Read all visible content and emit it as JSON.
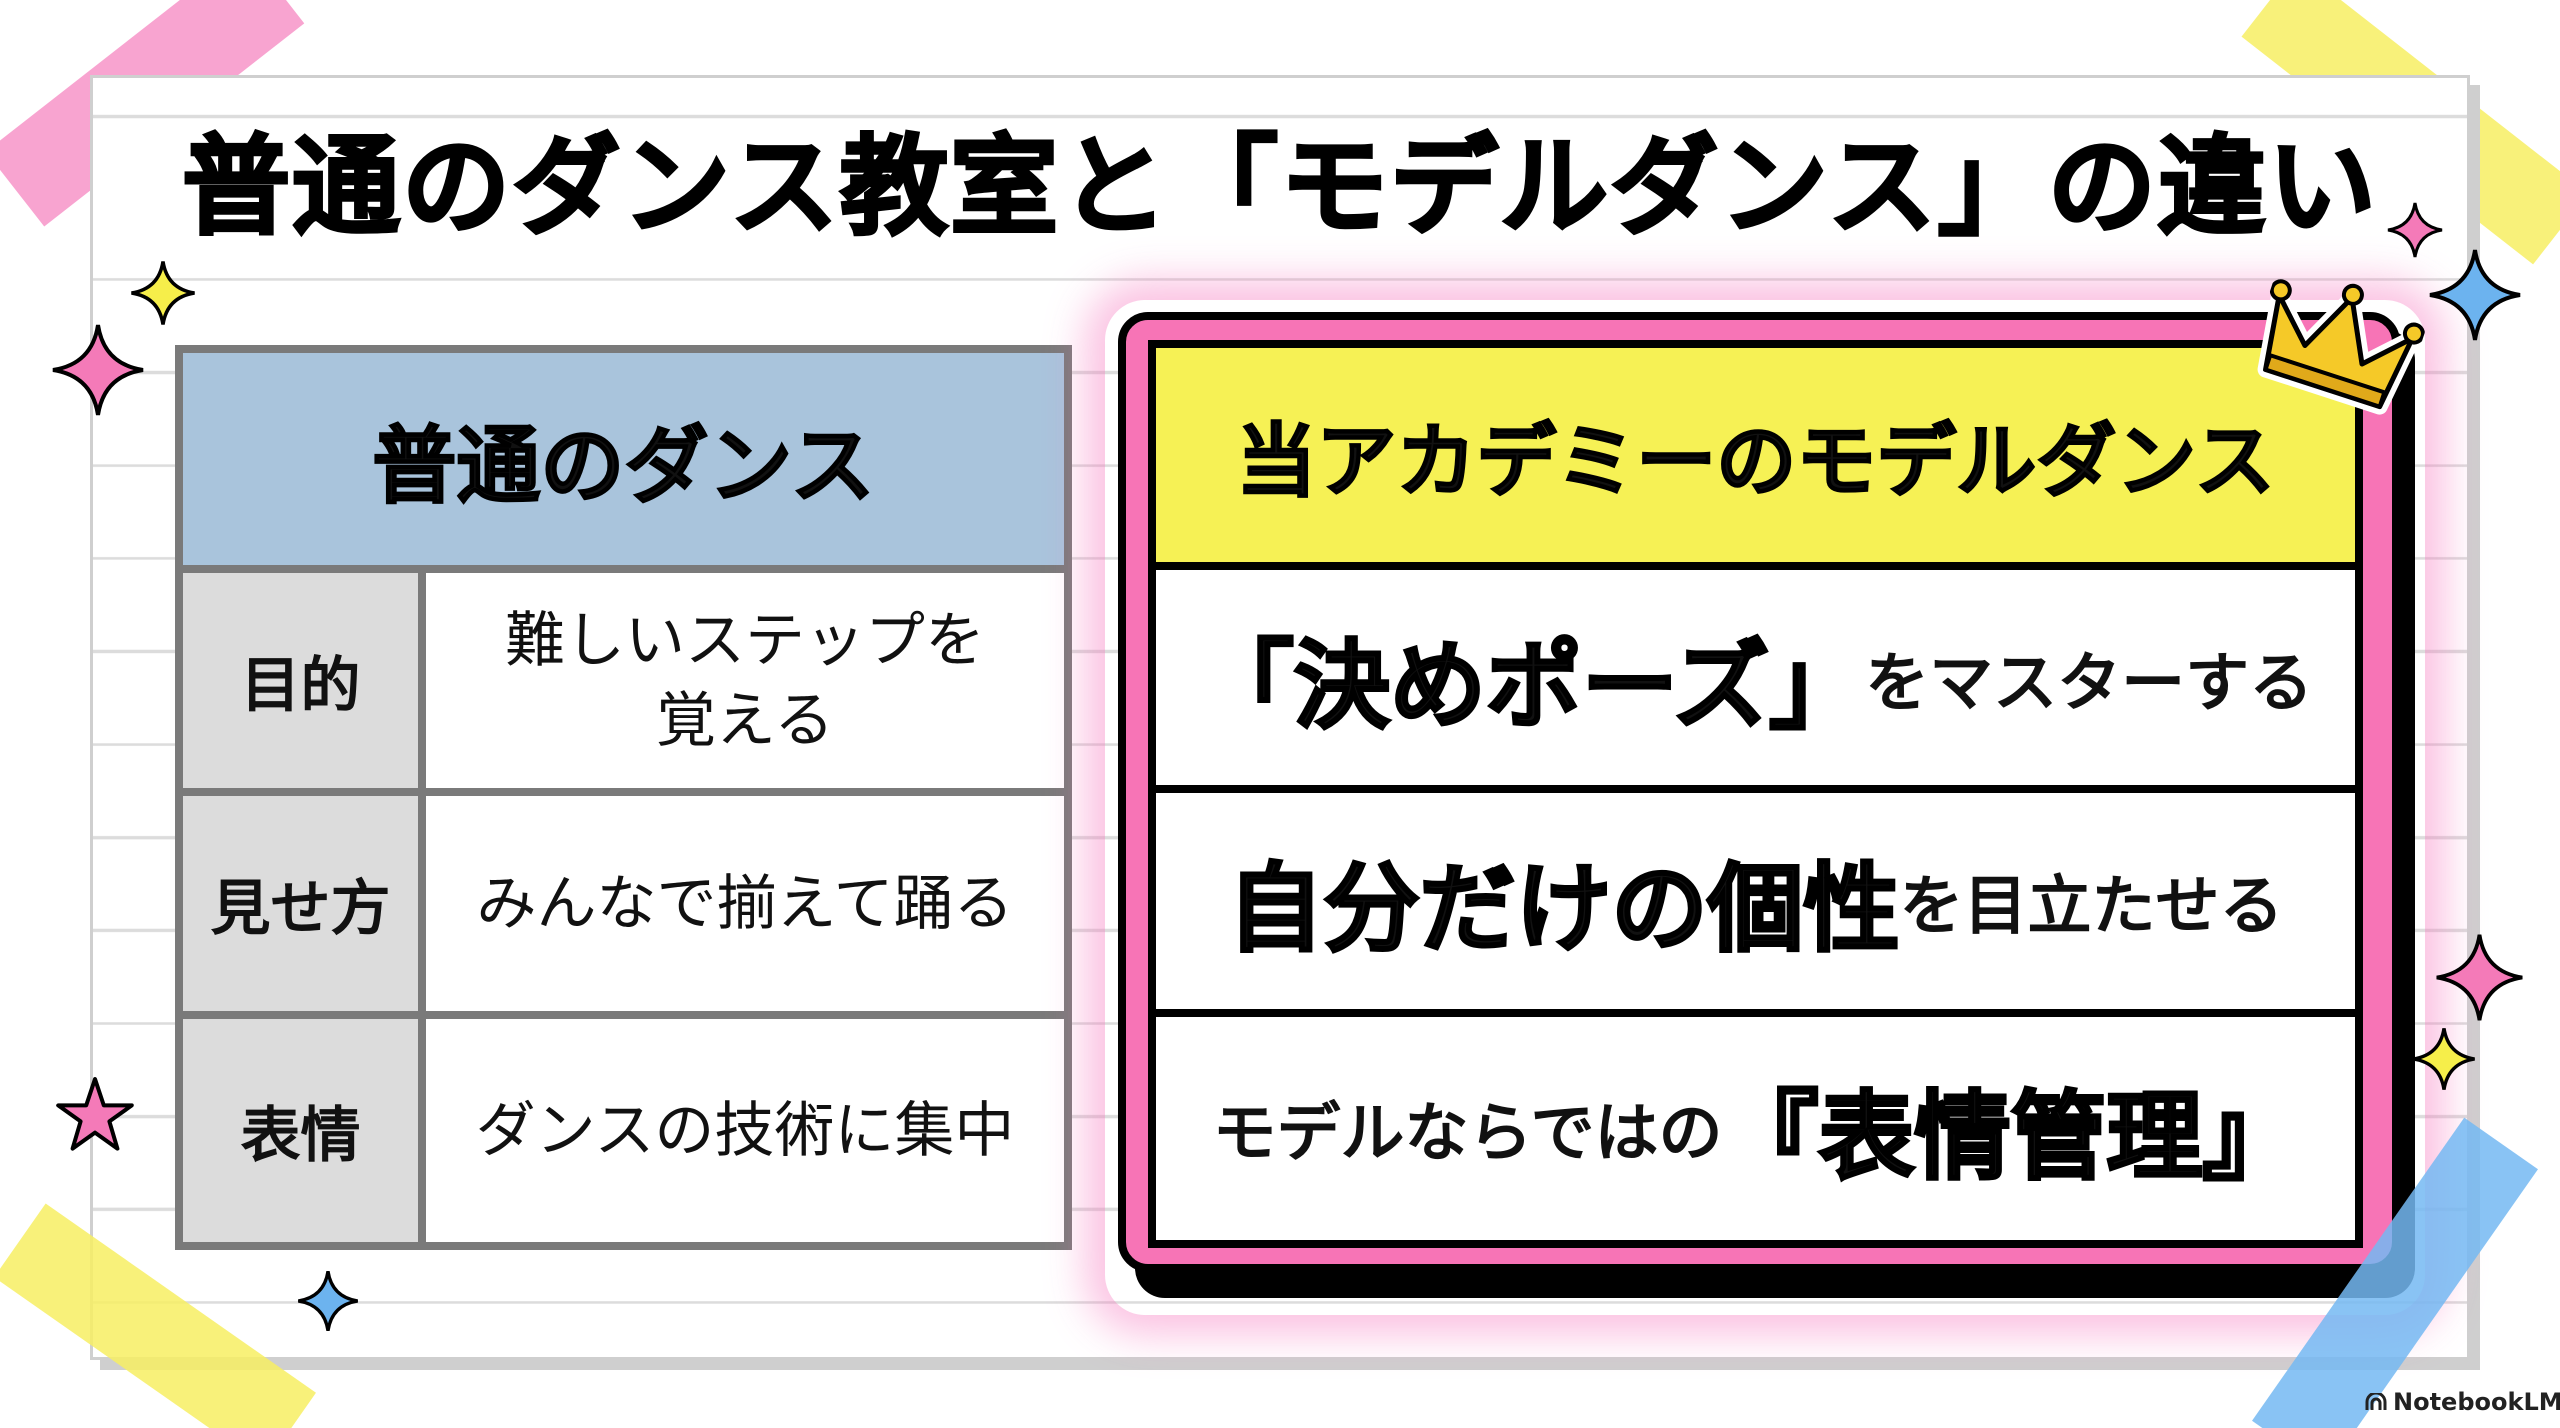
{
  "title": "普通のダンス教室と「モデルダンス」の違い",
  "left_table": {
    "header": "普通のダンス",
    "rows": [
      {
        "label": "目的",
        "value_line1": "難しいステップを",
        "value_line2": "覚える"
      },
      {
        "label": "見せ方",
        "value_line1": "みんなで揃えて踊る",
        "value_line2": ""
      },
      {
        "label": "表情",
        "value_line1": "ダンスの技術に集中",
        "value_line2": ""
      }
    ]
  },
  "right_table": {
    "header": "当アカデミーのモデルダンス",
    "rows": [
      {
        "emphasis": "「決めポーズ」",
        "rest": "をマスターする",
        "order": "emphasis-first"
      },
      {
        "emphasis": "自分だけの個性",
        "rest": "を目立たせる",
        "order": "emphasis-first"
      },
      {
        "prefix": "モデルならではの",
        "emphasis": "『表情管理』",
        "order": "prefix-first"
      }
    ]
  },
  "decorations": {
    "crown_icon": "crown-icon",
    "colors": {
      "pink": "#f774b6",
      "yellow": "#f6f155",
      "blue_header": "#a9c4dc",
      "label_gray": "#dcdcdc",
      "sparkle_blue": "#6cb3ef"
    }
  },
  "brand": {
    "label": "NotebookLM"
  }
}
